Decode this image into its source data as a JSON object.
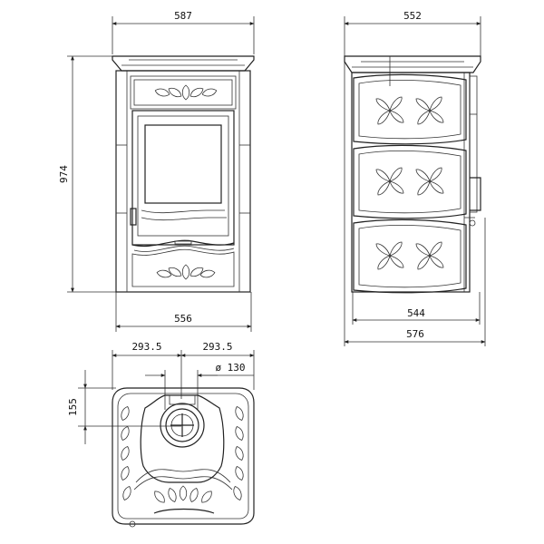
{
  "drawing": {
    "front_view": {
      "top_width": "587",
      "height": "974",
      "base_width": "556"
    },
    "side_view": {
      "top_depth": "552",
      "inner_depth": "544",
      "total_depth": "576"
    },
    "top_view": {
      "left_offset": "293.5",
      "right_offset": "293.5",
      "flue_diameter": "ø 130",
      "flue_offset": "155"
    }
  },
  "colors": {
    "line": "#222222",
    "background": "#ffffff"
  }
}
